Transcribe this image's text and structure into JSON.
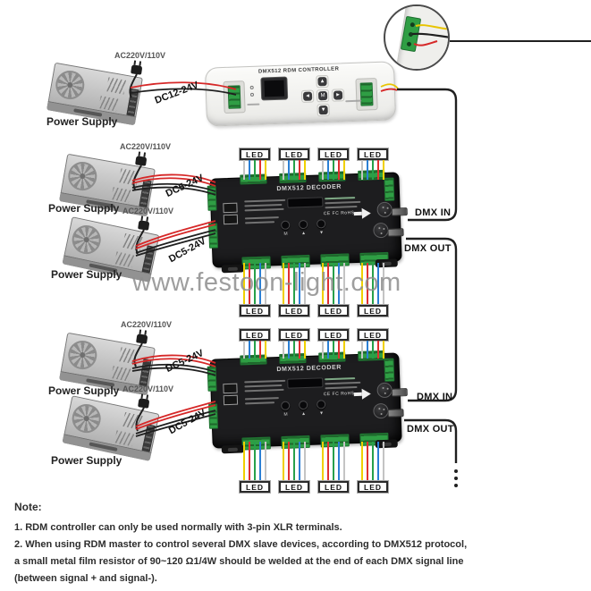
{
  "watermark": "www.festoon-light.com",
  "labels": {
    "power_supply": "Power Supply",
    "ac": "AC220V/110V",
    "dc12": "DC12-24V",
    "dc5": "DC5-24V",
    "dmx_in": "DMX IN",
    "dmx_out": "DMX OUT",
    "led": "LED"
  },
  "controller": {
    "title": "DMX512 RDM CONTROLLER",
    "buttons": {
      "up": "▲",
      "down": "▼",
      "left": "◄",
      "right": "►",
      "menu": "M"
    }
  },
  "decoder": {
    "title": "DMX512 DECODER",
    "buttons": {
      "menu": "M",
      "up": "▲",
      "down": "▼"
    },
    "cert": "CE FC RoHS"
  },
  "note": {
    "heading": "Note:",
    "lines": [
      "1. RDM controller can only be used normally with 3-pin XLR terminals.",
      "2. When using RDM master to control several DMX slave devices, according to DMX512 protocol,",
      "a small metal film resistor of 90~120 Ω1/4W should be welded at the end of each DMX signal line",
      "(between signal + and signal-)."
    ]
  },
  "colors": {
    "terminal_green": "#2f9e44",
    "wire_red": "#d62828",
    "wire_black": "#1f1f1f",
    "wire_yellow": "#f0d000",
    "wire_blue": "#2b7fd4",
    "wire_green": "#27a04a",
    "wire_gray": "#c4c4c4"
  }
}
